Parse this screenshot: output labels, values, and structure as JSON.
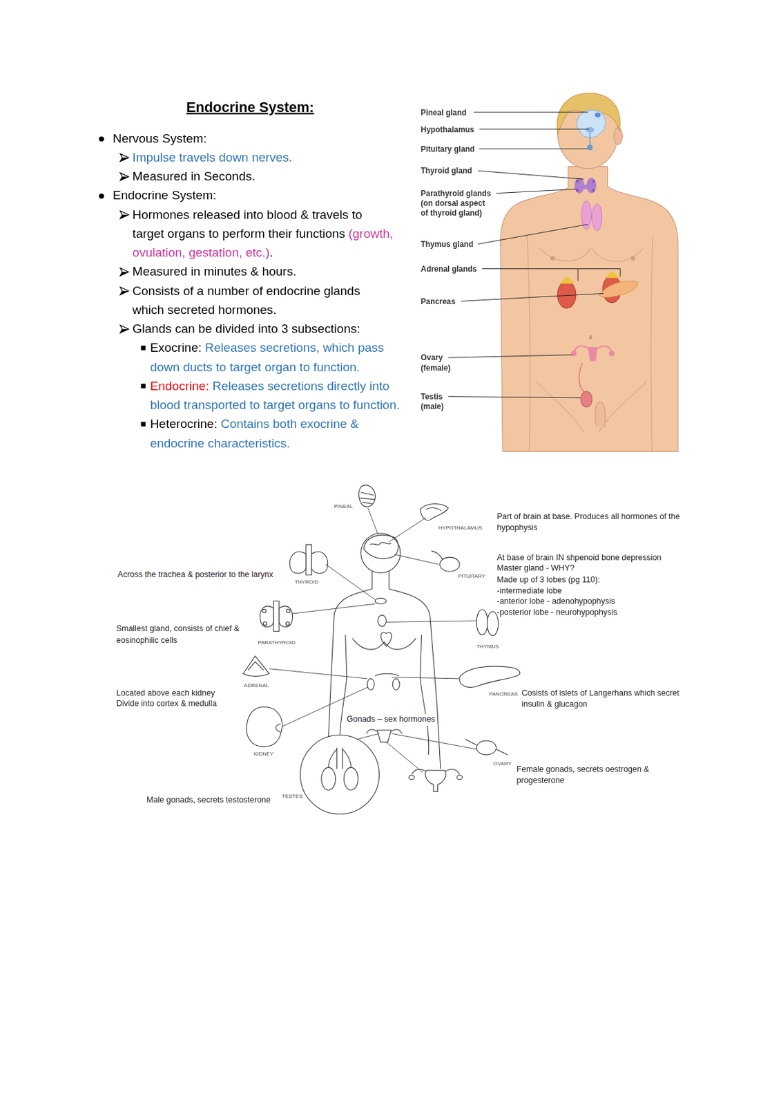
{
  "diagram": {
    "title": "Endocrine System:",
    "labels": [
      "Nervous System:",
      "Impulse travels down nerves.",
      "Measured in Seconds.",
      "Endocrine System:",
      "Hormones released into blood & travels to target organs to perform their functions",
      "(growth, ovulation, gestation, etc.)",
      ".",
      "Measured in minutes & hours.",
      "Consists of a number of endocrine glands which secreted hormones.",
      "Glands can be divided into 3 subsections:",
      "Exocrine:",
      "Releases secretions, which pass down ducts to target organ to function.",
      "Endocrine:",
      "Releases secretions directly into blood transported to target organs to function.",
      "Heterocrine:",
      "Contains both exocrine & endocrine characteristics.",
      "Pineal gland",
      "Hypothalamus",
      "Pituitary gland",
      "Thyroid gland",
      "Parathyroid glands (on dorsal aspect of thyroid gland)",
      "Thymus gland",
      "Adrenal glands",
      "Pancreas",
      "Ovary (female)",
      "Testis (male)",
      "PINEAL",
      "HYPOTHALAMUS",
      "Part of brain at base. Produces all hormones of the hypophysis",
      "At base of brain IN shpenoid bone depression",
      "Master gland - WHY?",
      "Made up of 3 lobes (pg 110):",
      "-intermediate lobe",
      "-anterior lobe - adenohypophysis",
      "-posterior lobe - neurohypophysis",
      "Across the trachea & posterior to the larynx",
      "THYROID",
      "PITUITARY",
      "Smallest gland, consists of chief & eosinophilic cells",
      "PARATHYROID",
      "THYMUS",
      "Located above each kidney",
      "Divide into cortex & medulla",
      "ADRENAL",
      "PANCREAS",
      "Cosists of islets of Langerhans which secret insulin & glucagon",
      "Gonads – sex hormones",
      "KIDNEY",
      "OVARY",
      "Female gonads, secrets oestrogen & progesterone",
      "Male gonads, secrets testosterone",
      "TESTES"
    ]
  }
}
